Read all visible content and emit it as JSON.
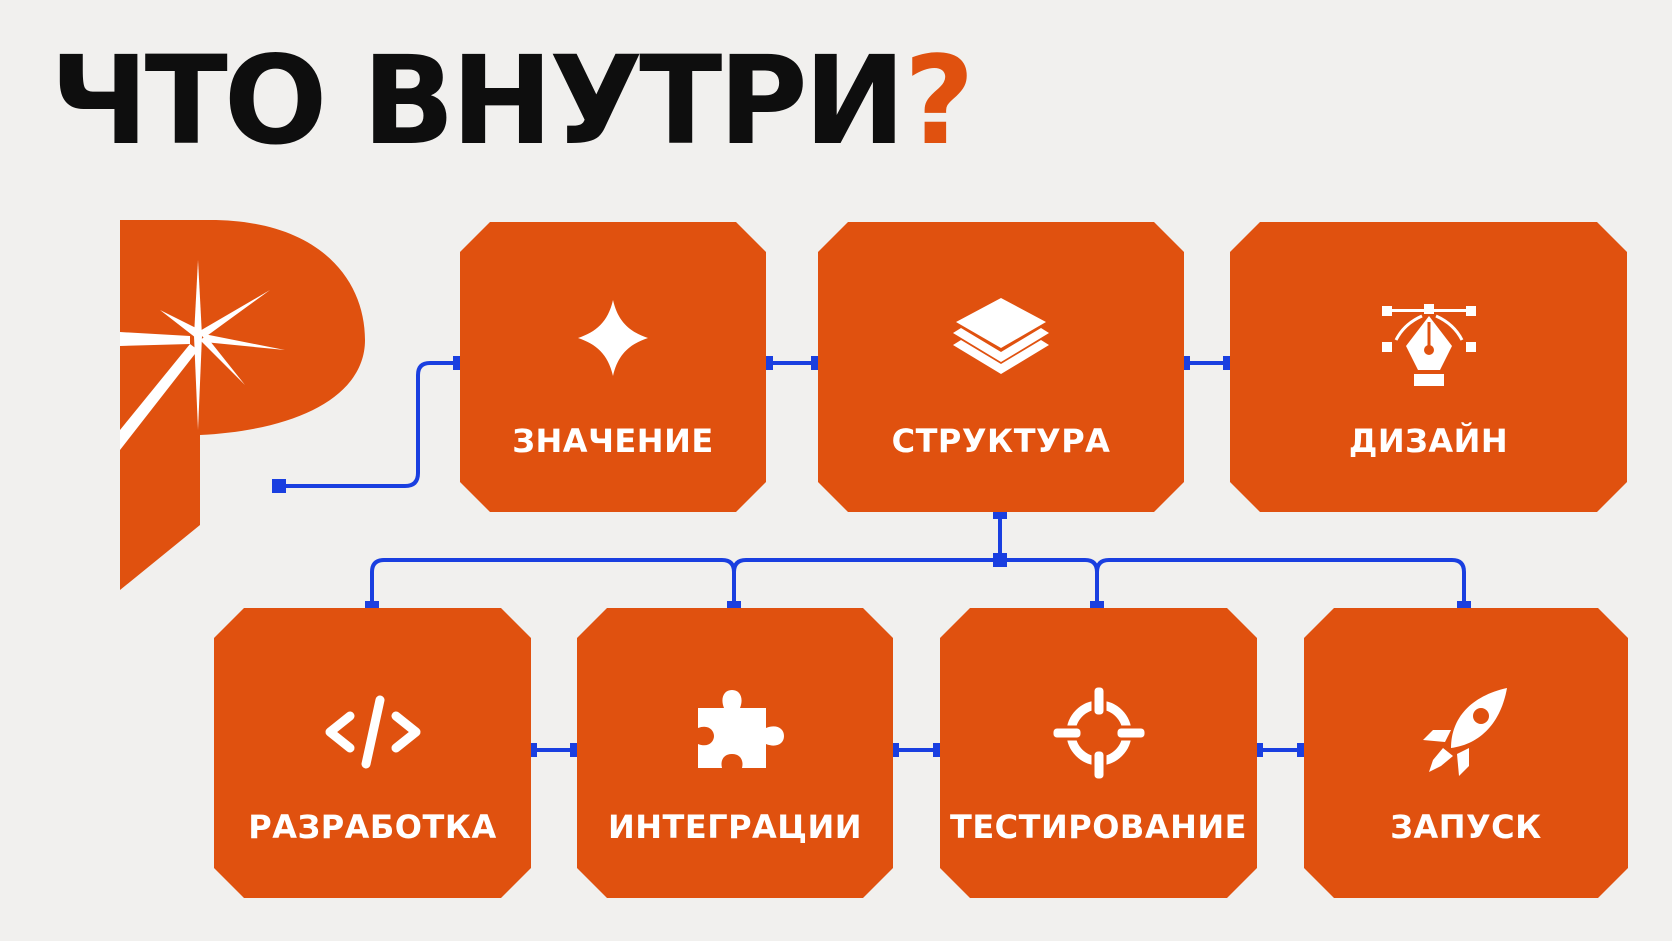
{
  "title": {
    "main": "ЧТО ВНУТРИ",
    "mark": "?"
  },
  "colors": {
    "accent": "#e0510f",
    "connector": "#1a3fe0",
    "text": "#0e0e0e",
    "background": "#f1f0ee"
  },
  "steps": [
    {
      "label": "ЗНАЧЕНИЕ",
      "icon": "sparkle-icon"
    },
    {
      "label": "СТРУКТУРА",
      "icon": "layers-icon"
    },
    {
      "label": "ДИЗАЙН",
      "icon": "pen-tool-icon"
    },
    {
      "label": "РАЗРАБОТКА",
      "icon": "code-icon"
    },
    {
      "label": "ИНТЕГРАЦИИ",
      "icon": "puzzle-icon"
    },
    {
      "label": "ТЕСТИРОВАНИЕ",
      "icon": "target-icon"
    },
    {
      "label": "ЗАПУСК",
      "icon": "rocket-icon"
    }
  ]
}
